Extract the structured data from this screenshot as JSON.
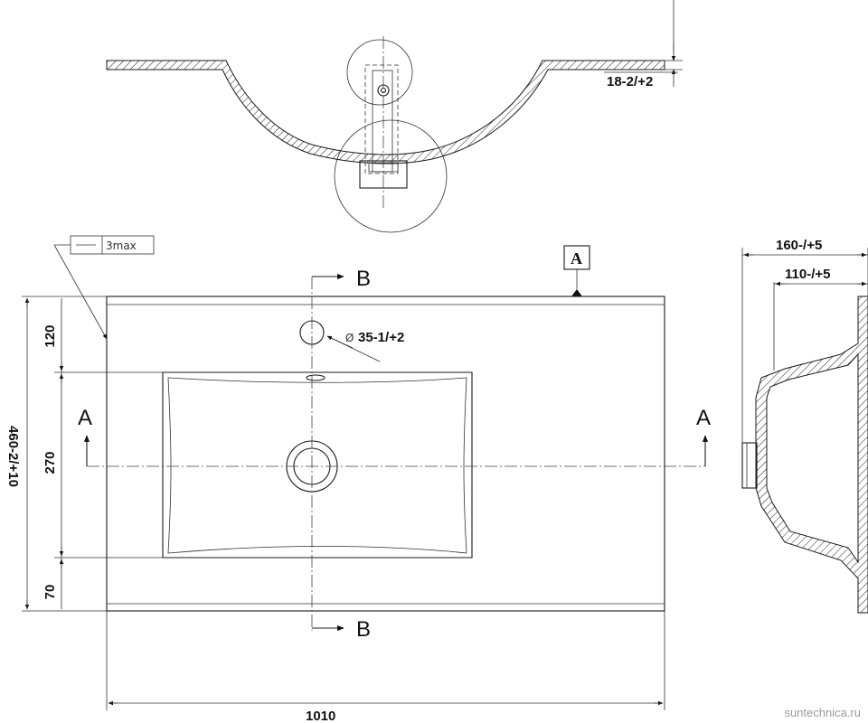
{
  "top_view": {
    "thickness_label": "18-2/+2"
  },
  "plan_view": {
    "flatness_label": "3max",
    "datum_label": "A",
    "section_b_top": "B",
    "section_b_bottom": "B",
    "section_a_left": "A",
    "section_a_right": "A",
    "tap_hole_label": "35-1/+2",
    "overall_depth_label": "460-2/+10",
    "dim_120": "120",
    "dim_270": "270",
    "dim_70": "70",
    "width_label": "1010"
  },
  "side_view": {
    "dim_160": "160-/+5",
    "dim_110": "110-/+5"
  },
  "watermark": "suntechnica.ru"
}
